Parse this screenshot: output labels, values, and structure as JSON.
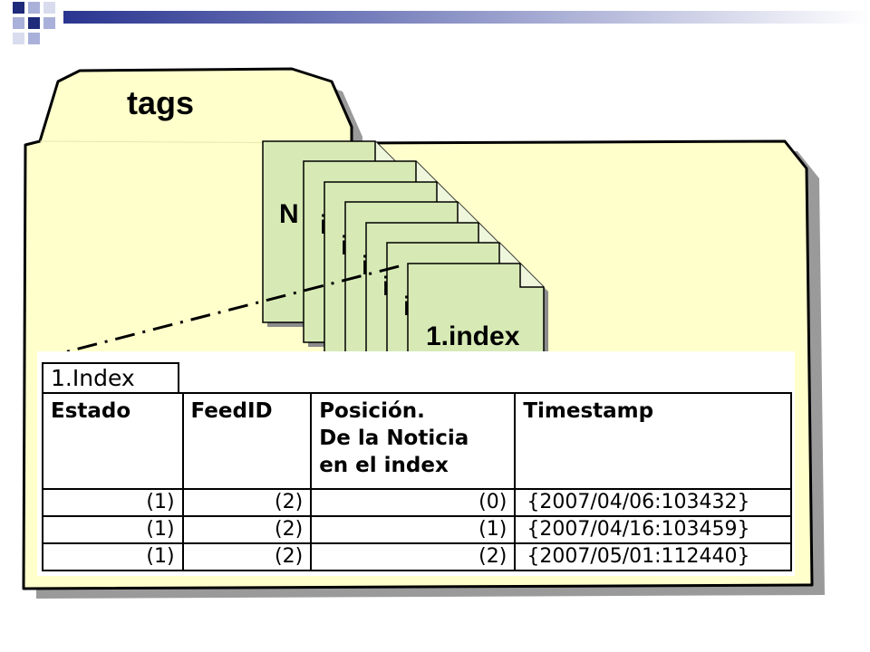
{
  "slide": {
    "folder_label": "tags",
    "partial_letters": [
      "N",
      "i",
      "i",
      "i",
      "i",
      "i"
    ],
    "front_doc_label": "1.index"
  },
  "table": {
    "caption": "1.Index",
    "headers": [
      "Estado",
      "FeedID",
      "Posición.\nDe la Noticia\nen el index",
      "Timestamp"
    ],
    "rows": [
      {
        "estado": "(1)",
        "feedid": "(2)",
        "posicion": "(0)",
        "timestamp": "{2007/04/06:103432}"
      },
      {
        "estado": "(1)",
        "feedid": "(2)",
        "posicion": "(1)",
        "timestamp": "{2007/04/16:103459}"
      },
      {
        "estado": "(1)",
        "feedid": "(2)",
        "posicion": "(2)",
        "timestamp": "{2007/05/01:112440}"
      }
    ]
  },
  "colors": {
    "folder_fill": "#ffffcc",
    "doc_fill": "#d7eab5",
    "accent_dark": "#1f2a7a",
    "accent_light": "#a9b0d9"
  }
}
